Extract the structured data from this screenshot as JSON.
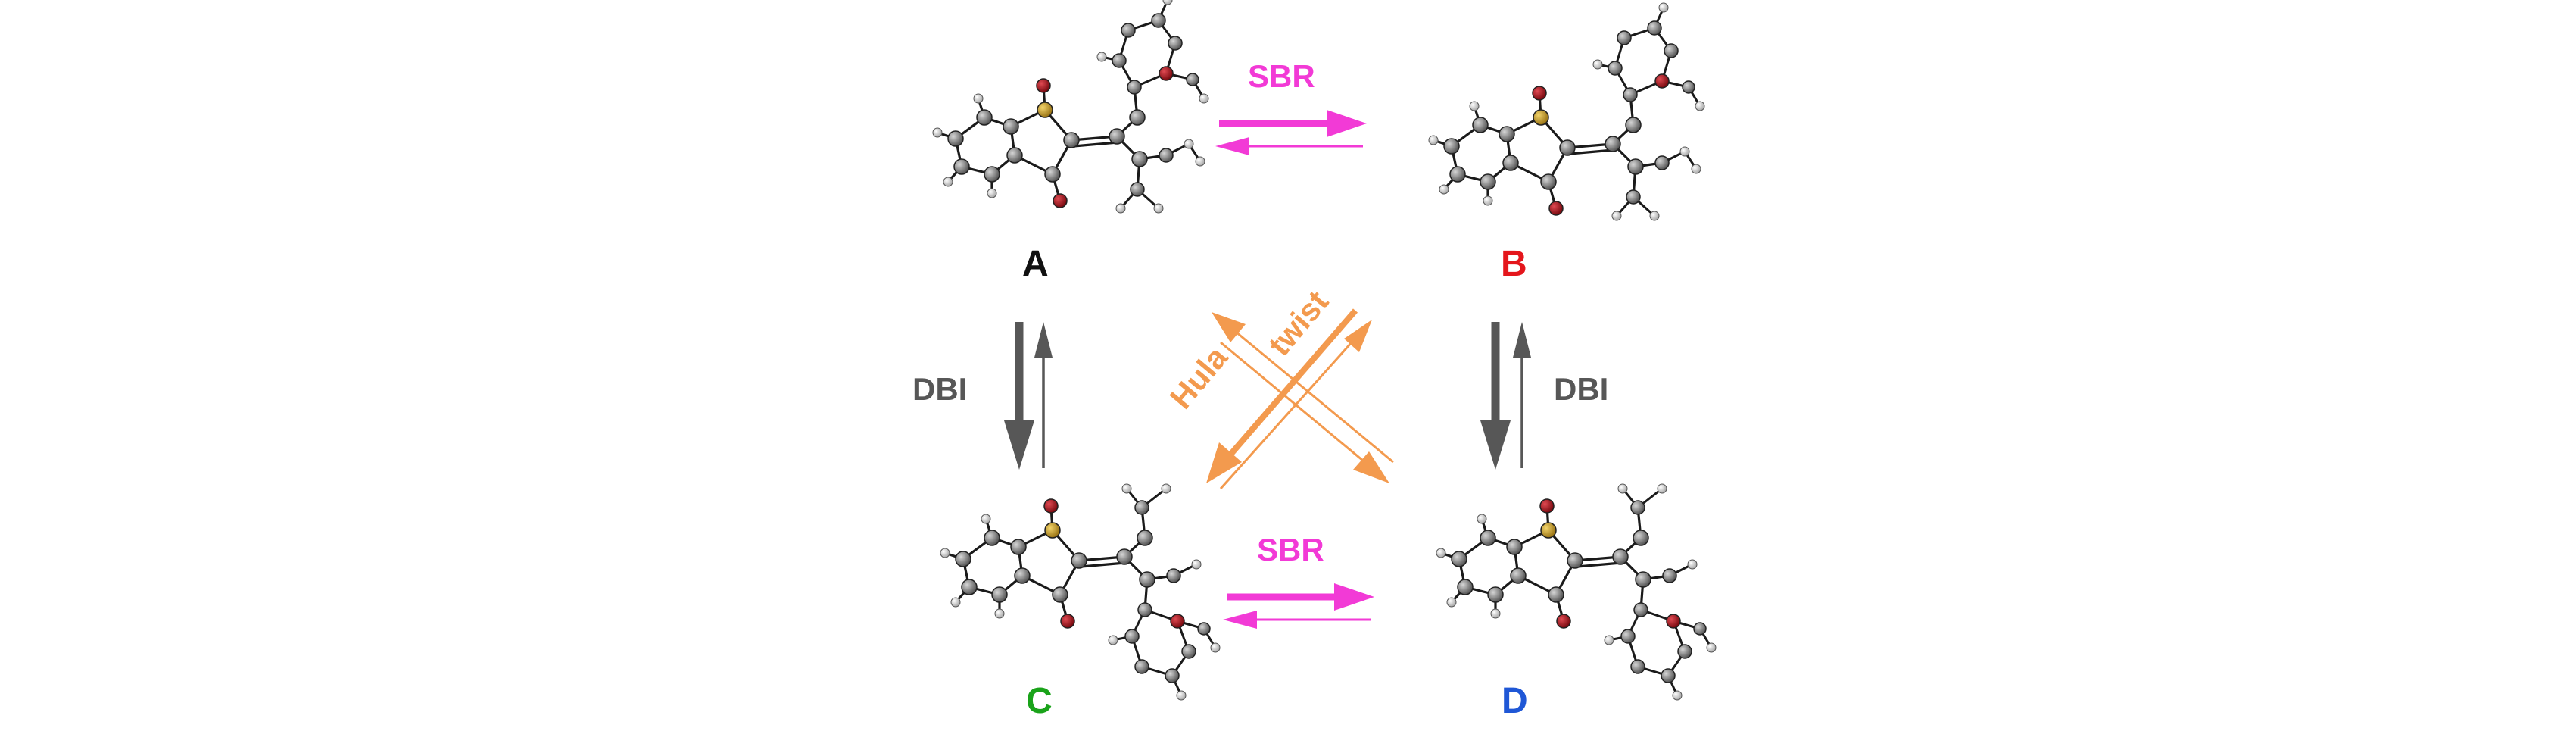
{
  "isomers": [
    {
      "key": "A",
      "label": "A",
      "color": "#111111"
    },
    {
      "key": "B",
      "label": "B",
      "color": "#e4161c"
    },
    {
      "key": "C",
      "label": "C",
      "color": "#1aa31a"
    },
    {
      "key": "D",
      "label": "D",
      "color": "#1f57d6"
    }
  ],
  "processes": {
    "sbr": {
      "label": "SBR",
      "color": "#f23ad6"
    },
    "dbi": {
      "label": "DBI",
      "color": "#575757"
    },
    "hula": {
      "label": "Hula",
      "color": "#f39a4e"
    },
    "twist": {
      "label": "twist",
      "color": "#f39a4e"
    }
  },
  "atom_colors": {
    "carbon": "#8a8a8a",
    "oxygen": "#b0141c",
    "sulfur": "#c9a22a",
    "hydrogen": "#e8e8e8"
  }
}
